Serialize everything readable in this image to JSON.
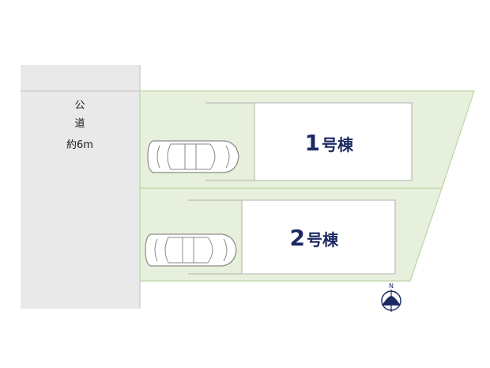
{
  "road": {
    "line1": "公",
    "line2": "道",
    "line3": "約6m"
  },
  "houses": [
    {
      "number": "1",
      "suffix": "号棟"
    },
    {
      "number": "2",
      "suffix": "号棟"
    }
  ],
  "compass": {
    "north_label": "N"
  },
  "colors": {
    "road_fill": "#e9e9e9",
    "lot_fill": "#e7f0dc",
    "lot_stroke": "#bcd4a4",
    "house_stroke": "#b0b0b0",
    "label_color": "#1c2a63"
  }
}
